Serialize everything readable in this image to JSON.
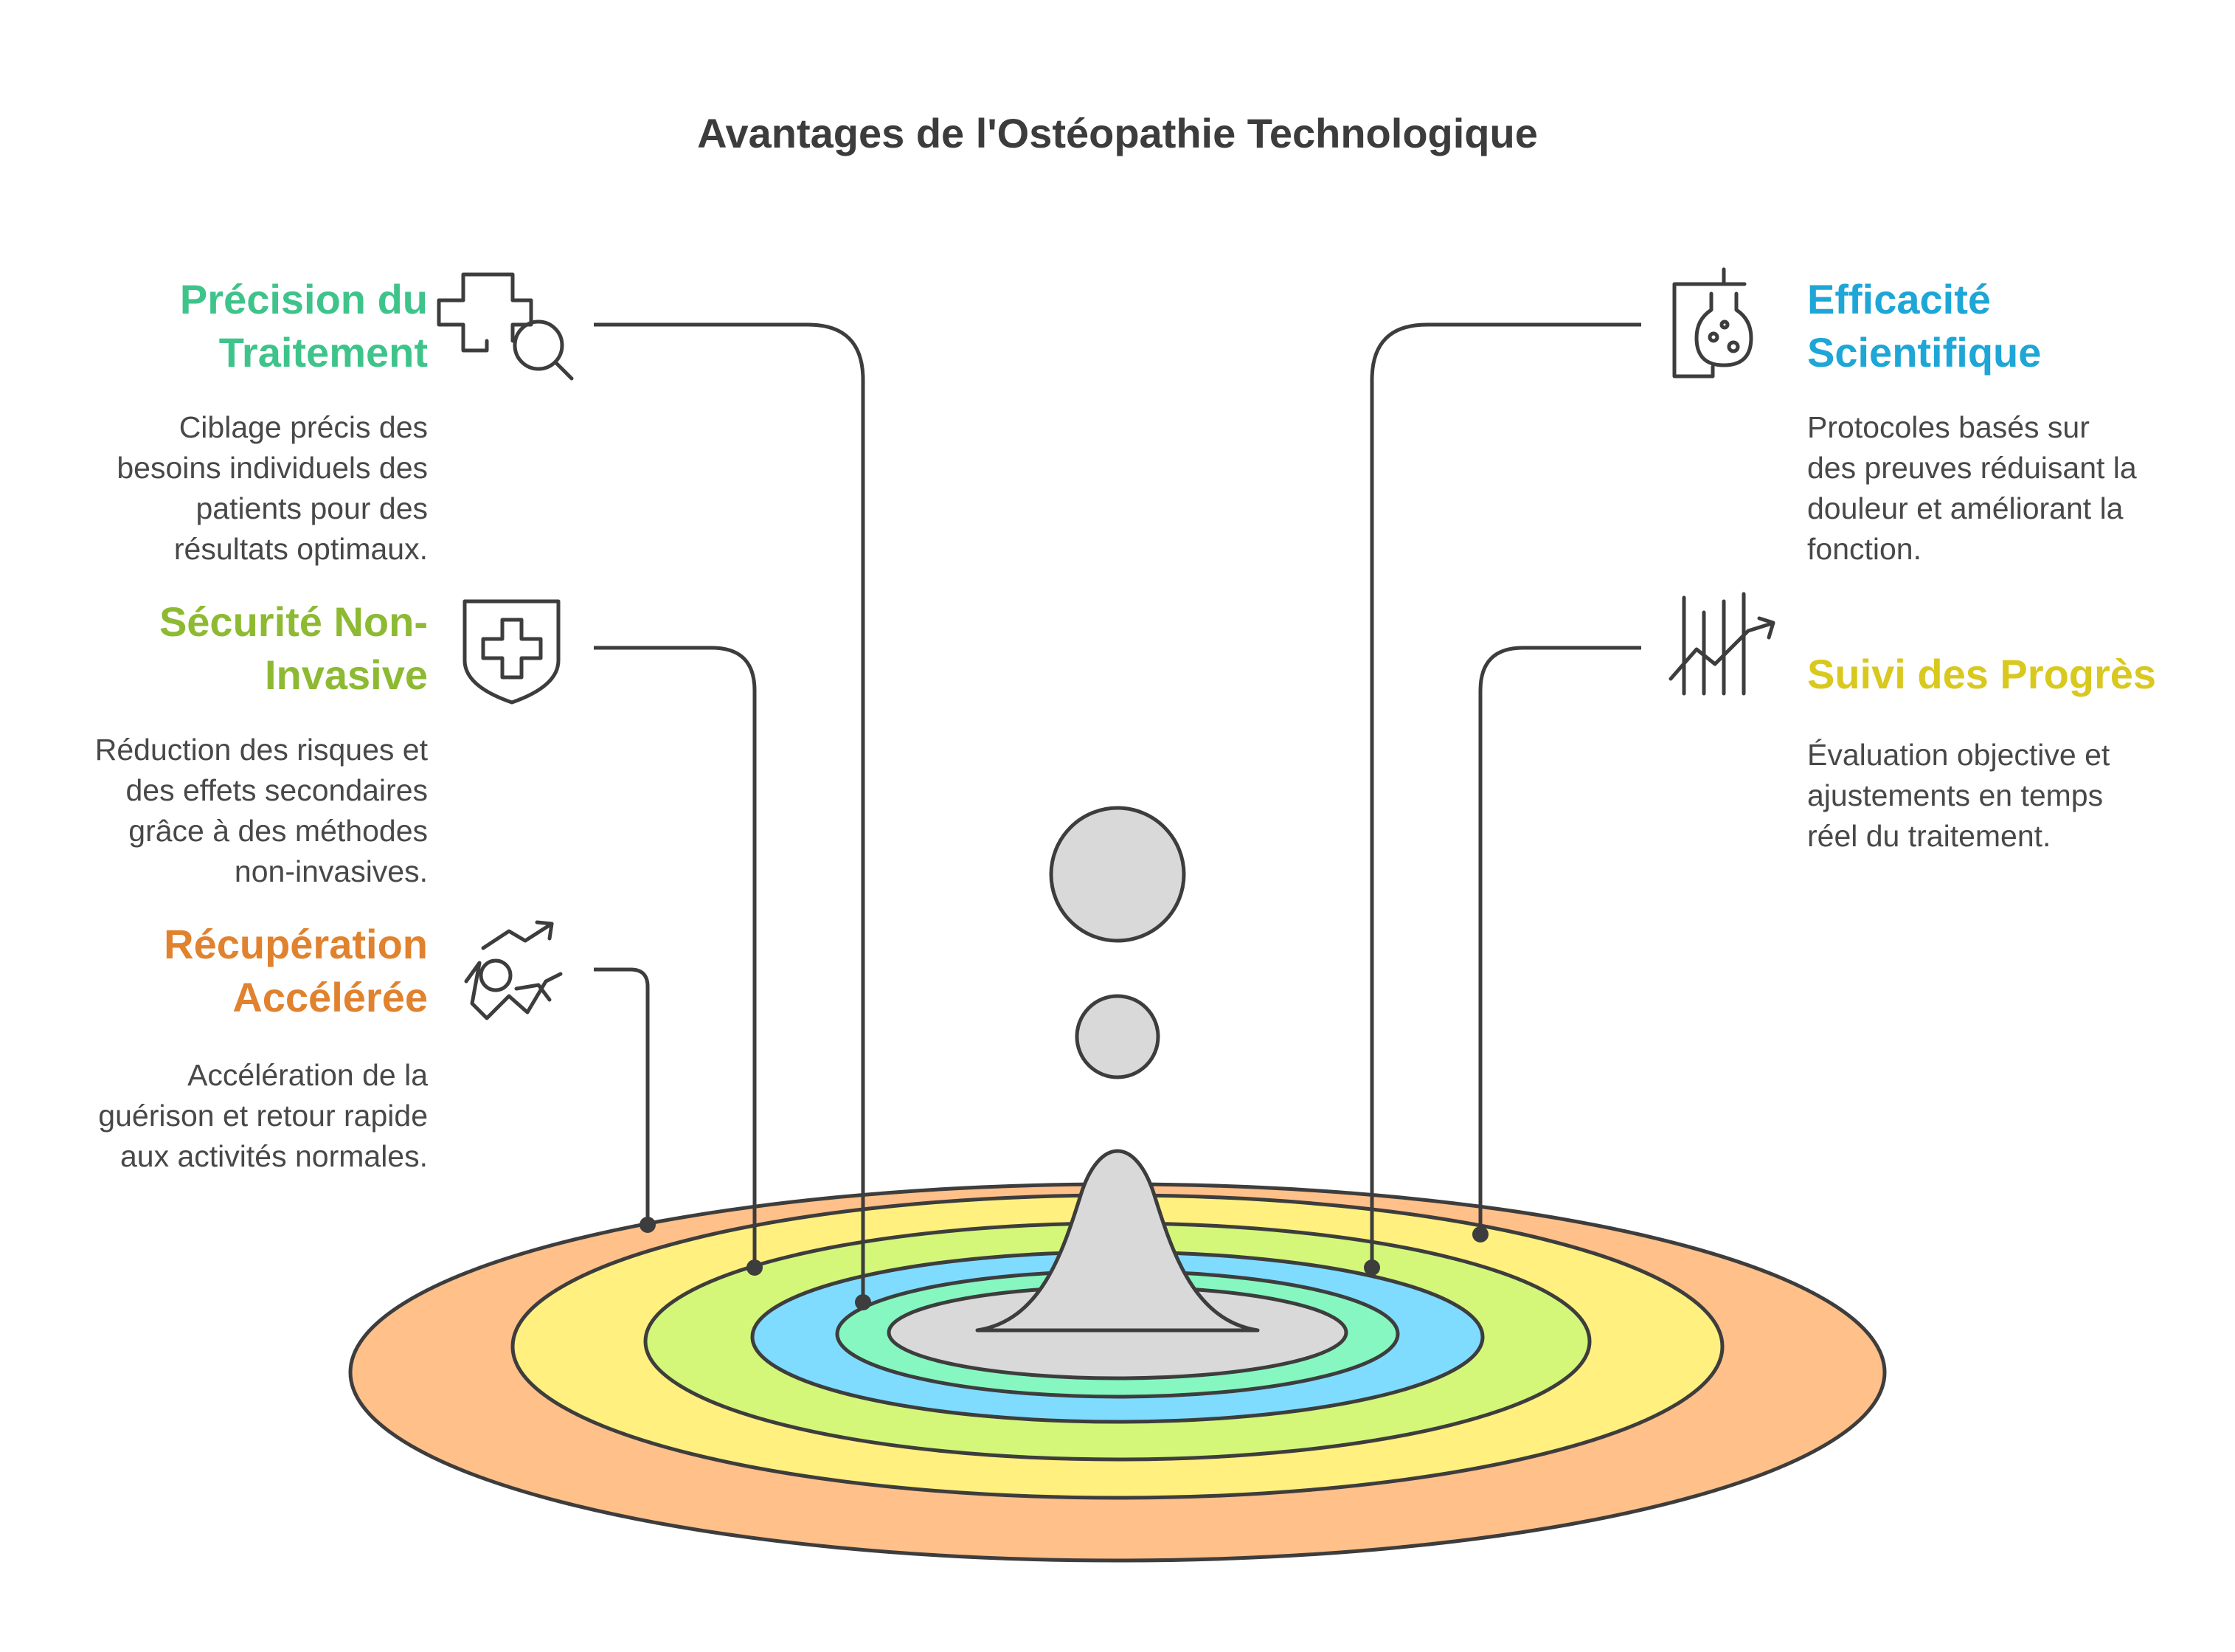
{
  "title": "Avantages de l'Ostéopathie Technologique",
  "colors": {
    "green": "#3ec48a",
    "lime": "#8dba32",
    "orange": "#e0822e",
    "blue": "#1ea6d6",
    "yellow": "#d9c81e",
    "ring_orange": "#ffc08a",
    "ring_yellow": "#fff07f",
    "ring_lime": "#d4f77a",
    "ring_blue": "#7fdcff",
    "ring_mint": "#86f7c1",
    "drop_grey": "#d9d9d9",
    "stroke": "#3d3d3d"
  },
  "items": [
    {
      "id": "precision",
      "icon": "medical-search-icon",
      "heading": [
        "Précision du",
        "Traitement"
      ],
      "description": [
        "Ciblage précis des",
        "besoins individuels des",
        "patients pour des",
        "résultats optimaux."
      ]
    },
    {
      "id": "securite",
      "icon": "shield-cross-icon",
      "heading": [
        "Sécurité Non-",
        "Invasive"
      ],
      "description": [
        "Réduction des risques et",
        "des effets secondaires",
        "grâce à des méthodes",
        "non-invasives."
      ]
    },
    {
      "id": "recuperation",
      "icon": "recovery-runner-icon",
      "heading": [
        "Récupération",
        "Accélérée"
      ],
      "description": [
        "Accélération de la",
        "guérison et retour rapide",
        "aux activités normales."
      ]
    },
    {
      "id": "efficacite",
      "icon": "lab-flask-document-icon",
      "heading": [
        "Efficacité",
        "Scientifique"
      ],
      "description": [
        "Protocoles basés sur",
        "des preuves réduisant la",
        "douleur et améliorant la",
        "fonction."
      ]
    },
    {
      "id": "suivi",
      "icon": "progress-chart-icon",
      "heading": [
        "Suivi des Progrès"
      ],
      "description": [
        "Évaluation objective et",
        "ajustements en temps",
        "réel du traitement."
      ]
    }
  ]
}
